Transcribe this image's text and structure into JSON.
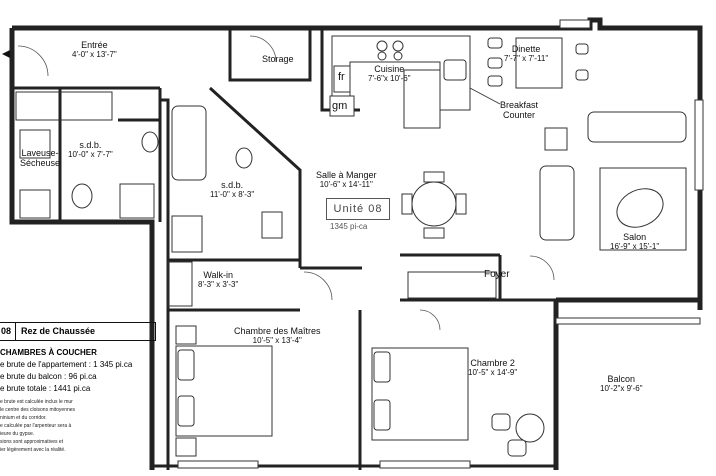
{
  "rooms": {
    "entree": {
      "name": "Entrée",
      "dim": "4'-0\" x 13'-7\""
    },
    "storage": {
      "name": "Storage"
    },
    "fr": {
      "name": "fr"
    },
    "gm": {
      "name": "gm"
    },
    "cuisine": {
      "name": "Cuisine",
      "dim": "7'-6\"x 10'-6\""
    },
    "dinette": {
      "name": "Dinette",
      "dim": "7'-7\" x 7'-11\""
    },
    "breakfast": {
      "line1": "Breakfast",
      "line2": "Counter"
    },
    "laveuse": {
      "line1": "Laveuse-",
      "line2": "Sécheuse"
    },
    "sdb1": {
      "name": "s.d.b.",
      "dim": "10'-0\" x 7'-7\""
    },
    "sdb2": {
      "name": "s.d.b.",
      "dim": "11'-0\" x 8'-3\""
    },
    "salle": {
      "name": "Salle à Manger",
      "dim": "10'-6\" x 14'-11\""
    },
    "salon": {
      "name": "Salon",
      "dim": "16'-9\" x 15'-1\""
    },
    "walkin": {
      "name": "Walk-in",
      "dim": "8'-3\" x 3'-3\""
    },
    "foyer": {
      "name": "Foyer"
    },
    "chambre_maitres": {
      "name": "Chambre des Maîtres",
      "dim": "10'-5\" x 13'-4\""
    },
    "chambre2": {
      "name": "Chambre 2",
      "dim": "10'-5\" x 14'-9\""
    },
    "balcon": {
      "name": "Balcon",
      "dim": "10'-2\"x 9'-6\""
    }
  },
  "unit": {
    "label": "Unité 08",
    "area": "1345 pi-ca"
  },
  "legend": {
    "number": "08",
    "title": "Rez de Chaussée",
    "subtitle": "CHAMBRES À COUCHER",
    "lines": [
      "e brute de l'appartement : 1 345 pi.ca",
      "e brute du balcon : 96 pi.ca",
      "e brute totale : 1441 pi.ca"
    ],
    "notes": [
      "e brute est calculée inclus le mur",
      "le centre des cloisons mitoyennes",
      "ninium et du corridor.",
      "e calculée par l'arpenteur sera à",
      "ieure du gypse.",
      "sions sont approximatives et",
      "ier légèrement avec la réalité."
    ]
  }
}
